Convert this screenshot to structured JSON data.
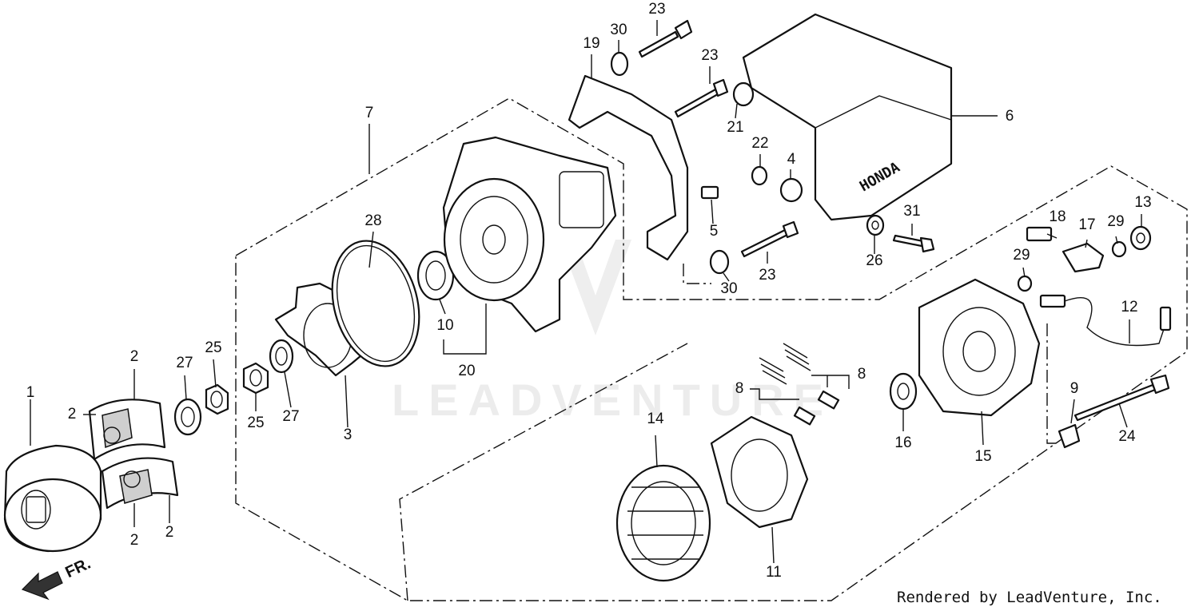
{
  "diagram": {
    "watermark": "LEADVENTURE",
    "credit": "Rendered by LeadVenture, Inc.",
    "direction_label": "FR.",
    "brand_on_cover": "HONDA",
    "callouts": [
      {
        "id": "c1",
        "label": "1"
      },
      {
        "id": "c2a",
        "label": "2"
      },
      {
        "id": "c2b",
        "label": "2"
      },
      {
        "id": "c2c",
        "label": "2"
      },
      {
        "id": "c2d",
        "label": "2"
      },
      {
        "id": "c3",
        "label": "3"
      },
      {
        "id": "c4",
        "label": "4"
      },
      {
        "id": "c5",
        "label": "5"
      },
      {
        "id": "c6",
        "label": "6"
      },
      {
        "id": "c7",
        "label": "7"
      },
      {
        "id": "c8a",
        "label": "8"
      },
      {
        "id": "c8b",
        "label": "8"
      },
      {
        "id": "c9",
        "label": "9"
      },
      {
        "id": "c10",
        "label": "10"
      },
      {
        "id": "c11",
        "label": "11"
      },
      {
        "id": "c12",
        "label": "12"
      },
      {
        "id": "c13",
        "label": "13"
      },
      {
        "id": "c14",
        "label": "14"
      },
      {
        "id": "c15",
        "label": "15"
      },
      {
        "id": "c16",
        "label": "16"
      },
      {
        "id": "c17",
        "label": "17"
      },
      {
        "id": "c18",
        "label": "18"
      },
      {
        "id": "c19",
        "label": "19"
      },
      {
        "id": "c20",
        "label": "20"
      },
      {
        "id": "c21",
        "label": "21"
      },
      {
        "id": "c22",
        "label": "22"
      },
      {
        "id": "c23a",
        "label": "23"
      },
      {
        "id": "c23b",
        "label": "23"
      },
      {
        "id": "c23c",
        "label": "23"
      },
      {
        "id": "c24",
        "label": "24"
      },
      {
        "id": "c25a",
        "label": "25"
      },
      {
        "id": "c25b",
        "label": "25"
      },
      {
        "id": "c26",
        "label": "26"
      },
      {
        "id": "c27a",
        "label": "27"
      },
      {
        "id": "c27b",
        "label": "27"
      },
      {
        "id": "c28",
        "label": "28"
      },
      {
        "id": "c29a",
        "label": "29"
      },
      {
        "id": "c29b",
        "label": "29"
      },
      {
        "id": "c30a",
        "label": "30"
      },
      {
        "id": "c30b",
        "label": "30"
      },
      {
        "id": "c31",
        "label": "31"
      }
    ]
  }
}
